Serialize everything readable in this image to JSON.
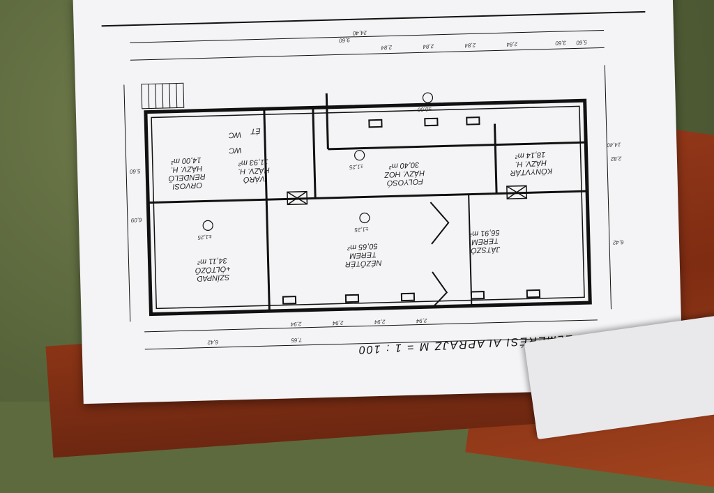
{
  "drawing": {
    "title": "FELMÉRÉSI   ALAPRAJZ   M = 1 : 100",
    "rooms": {
      "jatszo": [
        "JÁTSZÓ",
        "TEREM",
        "56,91 m²"
      ],
      "nezoter": [
        "NÉZŐTÉR",
        "TEREM",
        "50,65 m²"
      ],
      "szinpad": [
        "SZÍNPAD",
        "+ÖLTÖZŐ",
        "34,11 m²"
      ],
      "folyoso": [
        "FOLYOSÓ",
        "HÁZV. HOZ",
        "30,40 m²"
      ],
      "konyvtar": [
        "KÖNYVTÁR",
        "HÁZV. H.",
        "18,14 m²"
      ],
      "varo": [
        "VÁRÓ",
        "HÁZV. H.",
        "11,93 m²"
      ],
      "orvosi": [
        "ORVOSI",
        "RENDELŐ",
        "HÁZV. H.",
        "14,00 m²"
      ],
      "wc1": "WC",
      "wc2": "WC",
      "et": "ÉT"
    },
    "dims": {
      "overall": "24,40",
      "top_a": "7,65",
      "top_b": "6,42",
      "right_total": "14,40",
      "right_a": "6,42",
      "right_b": "2,82",
      "bottom_a": "3,60",
      "bottom_b": "2,84",
      "bottom_c": "2,84",
      "bottom_d": "2,84",
      "bottom_e": "2,84",
      "bottom_f": "9,60",
      "bottom_g": "5,60",
      "left_a": "6,09",
      "left_b": "5,60",
      "mid_a": "2,94",
      "mid_b": "2,94",
      "mid_c": "2,94",
      "mid_d": "2,94"
    },
    "levels": {
      "l1": "±0,00",
      "l2": "±1,25",
      "l3": "±1,25",
      "l4": "±1,25"
    }
  }
}
